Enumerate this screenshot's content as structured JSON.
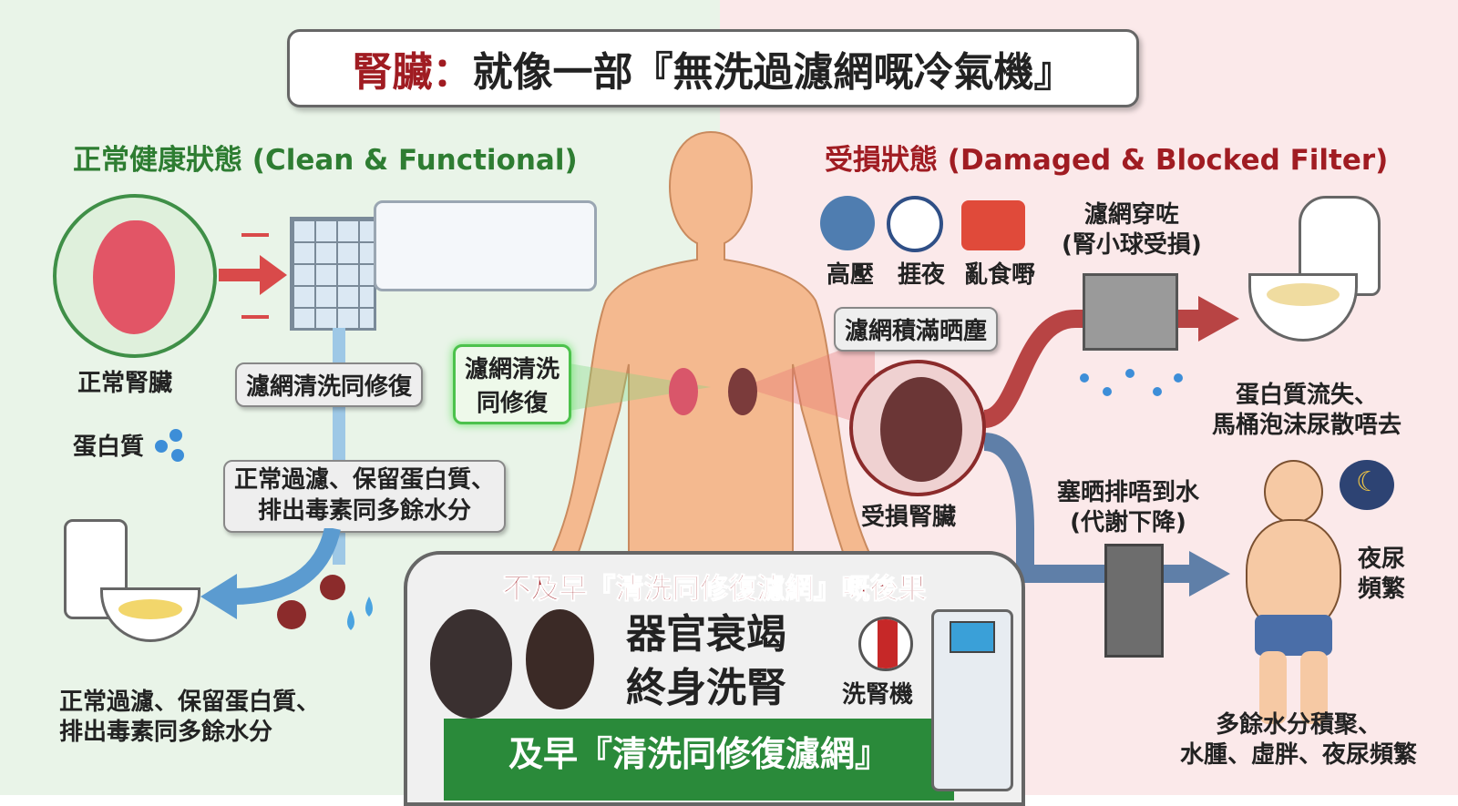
{
  "title": {
    "part1": "腎臟：",
    "part2": "就像一部『無洗過濾網嘅冷氣機』"
  },
  "left": {
    "heading": "正常健康狀態 (Clean & Functional)",
    "kidney_label": "正常腎臟",
    "filter_pill": "濾網清洗同修復",
    "protein_label": "蛋白質",
    "process_pill": "正常過濾、保留蛋白質、\n排出毒素同多餘水分",
    "toilet_caption": "正常過濾、保留蛋白質、\n排出毒素同多餘水分",
    "color": "#2e7d32"
  },
  "center": {
    "green_pill": "濾網清洗\n同修復"
  },
  "right": {
    "heading": "受損狀態 (Damaged & Blocked Filter)",
    "causes": [
      "高壓",
      "捱夜",
      "亂食嘢"
    ],
    "dust_pill": "濾網積滿晒塵",
    "kidney_label": "受損腎臟",
    "filter_hole": "濾網穿咗\n(腎小球受損)",
    "protein_loss": "蛋白質流失、\n馬桶泡沫尿散唔去",
    "blocked": "塞晒排唔到水\n(代謝下降)",
    "nocturia": "夜尿\n頻繁",
    "edema": "多餘水分積聚、\n水腫、虛胖、夜尿頻繁",
    "color": "#a01c22"
  },
  "bottom": {
    "heading": "不及早『清洗同修復濾網』嘅後果",
    "consequence": "器官衰竭\n終身洗腎",
    "dialysis_label": "洗腎機",
    "cta": "及早『清洗同修復濾網』"
  }
}
